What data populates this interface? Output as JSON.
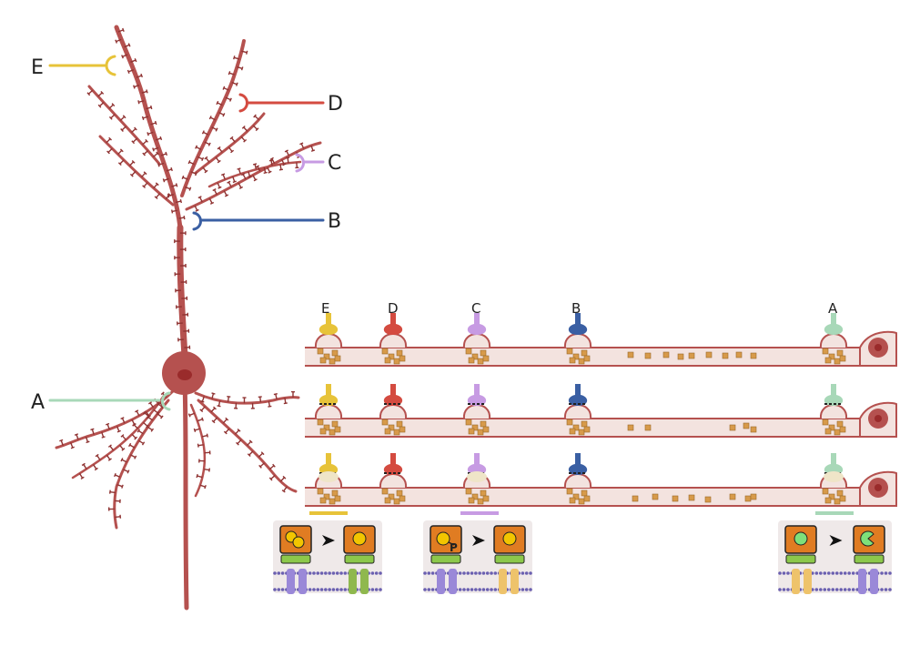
{
  "labels": {
    "neuron": {
      "E": "E",
      "D": "D",
      "C": "C",
      "B": "B",
      "A": "A"
    },
    "dendrite": {
      "E": "E",
      "D": "D",
      "C": "C",
      "B": "B",
      "A": "A"
    },
    "phospho": "P"
  },
  "colors": {
    "neuron": "#b5514f",
    "neuron_dark": "#8f3332",
    "soma_core": "#9a2b2b",
    "dendrite_fill": "#f3e3df",
    "granule": "#d79a4a",
    "inputs": {
      "E": "#e7c339",
      "D": "#d44b40",
      "C": "#c79be3",
      "B": "#3a5fa3",
      "A": "#a8d8b8"
    },
    "box_orange": "#e07c22",
    "box_green": "#8cc84b",
    "membrane": "#6a5fb0",
    "channel_purple": "#9a88d8",
    "channel_green": "#8fb84e",
    "channel_yellow": "#eec36b"
  },
  "icons": [
    "arrow-right-icon",
    "phosphate-icon",
    "ion-channel-icon",
    "synapse-icon"
  ]
}
